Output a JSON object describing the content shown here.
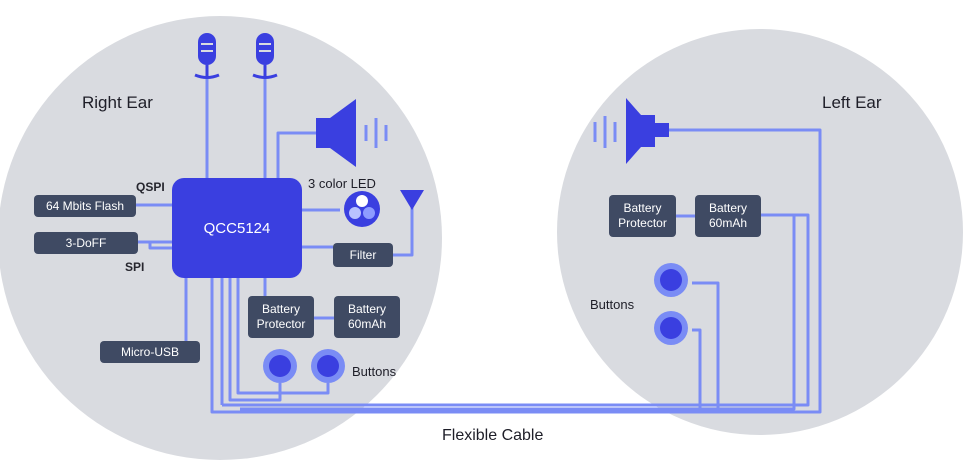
{
  "right_ear": {
    "title": "Right Ear",
    "soc": "QCC5124",
    "qspi_label": "QSPI",
    "spi_label": "SPI",
    "flash": "64 Mbits Flash",
    "imu": "3-DoFF",
    "usb": "Micro-USB",
    "led_label": "3 color LED",
    "filter": "Filter",
    "battery_protector": "Battery\nProtector",
    "battery": "Battery\n60mAh",
    "buttons_label": "Buttons"
  },
  "left_ear": {
    "title": "Left Ear",
    "battery_protector": "Battery\nProtector",
    "battery": "Battery\n60mAh",
    "buttons_label": "Buttons"
  },
  "cable_label": "Flexible Cable",
  "colors": {
    "circle_bg": "#d9dbe0",
    "wire": "#7a8cf5",
    "accent": "#3a3fe0",
    "box": "#3f4a63"
  },
  "icons": [
    "microphone-icon",
    "microphone-icon",
    "speaker-icon",
    "antenna-icon",
    "led-icon",
    "button-icon",
    "speaker-icon"
  ]
}
